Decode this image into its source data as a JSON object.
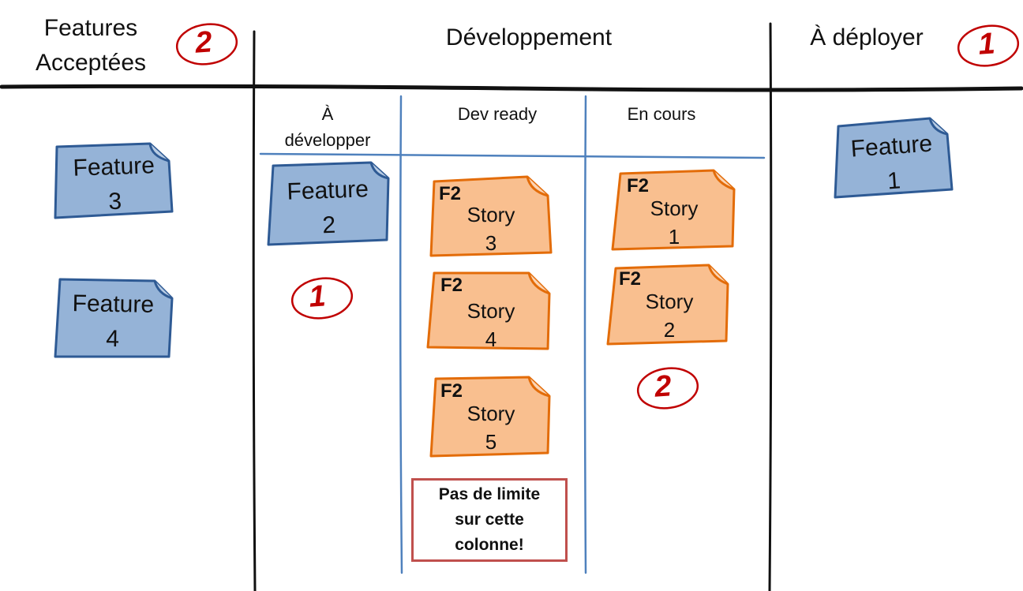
{
  "columns": {
    "accepted": {
      "title": "Features\nAcceptées",
      "wip": "2"
    },
    "development": {
      "title": "Développement"
    },
    "deploy": {
      "title": "À déployer",
      "wip": "1"
    }
  },
  "subcolumns": {
    "to_develop": {
      "title": "À\ndévelopper",
      "wip": "1"
    },
    "dev_ready": {
      "title": "Dev ready"
    },
    "in_progress": {
      "title": "En cours",
      "wip": "2"
    }
  },
  "features": {
    "f3": "Feature\n3",
    "f4": "Feature\n4",
    "f2": "Feature\n2",
    "f1": "Feature\n1"
  },
  "stories": {
    "s3": {
      "tag": "F2",
      "label": "Story\n3"
    },
    "s4": {
      "tag": "F2",
      "label": "Story\n4"
    },
    "s5": {
      "tag": "F2",
      "label": "Story\n5"
    },
    "s1": {
      "tag": "F2",
      "label": "Story\n1"
    },
    "s2": {
      "tag": "F2",
      "label": "Story\n2"
    }
  },
  "notes": {
    "no_limit": "Pas de limite\nsur cette\ncolonne!"
  },
  "colors": {
    "feature_fill": "#95b3d7",
    "feature_stroke": "#2e5a94",
    "story_fill": "#f9bf8f",
    "story_stroke": "#e36c09",
    "board_line": "#111111",
    "sub_line": "#4f81bd",
    "wip_red": "#c00000"
  }
}
